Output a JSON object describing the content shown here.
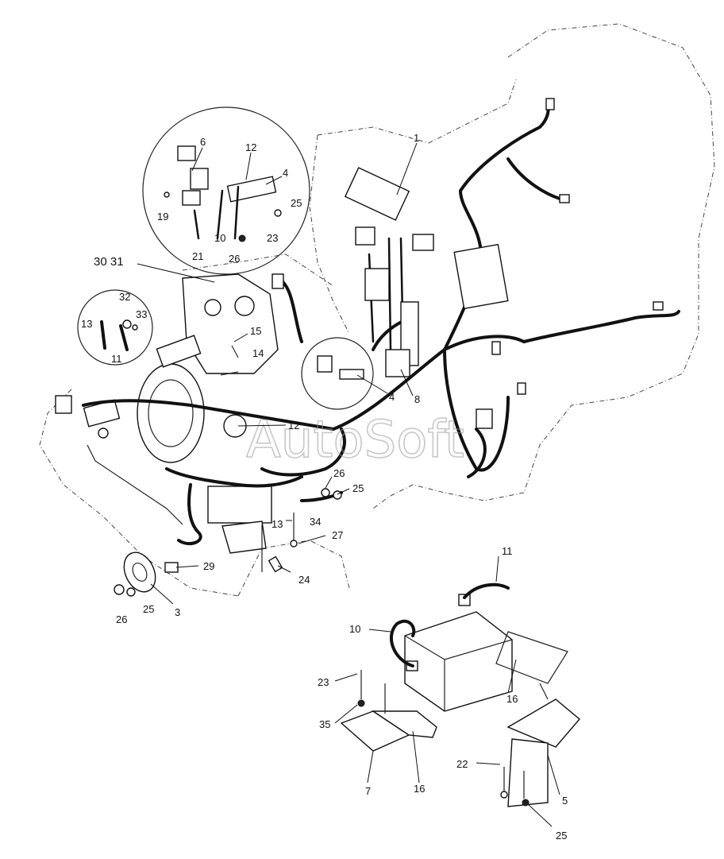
{
  "watermark": "AutoSoft",
  "callouts": {
    "c1": "1",
    "c3": "3",
    "c4a": "4",
    "c4b": "4",
    "c5": "5",
    "c6": "6",
    "c7": "7",
    "c8": "8",
    "c10a": "10",
    "c10b": "10",
    "c11a": "11",
    "c11b": "11",
    "c12a": "12",
    "c12b": "12",
    "c13a": "13",
    "c13b": "13",
    "c14": "14",
    "c15": "15",
    "c16a": "16",
    "c16b": "16",
    "c19": "19",
    "c21": "21",
    "c22": "22",
    "c23a": "23",
    "c23b": "23",
    "c24": "24",
    "c25a": "25",
    "c25b": "25",
    "c25c": "25",
    "c25d": "25",
    "c26a": "26",
    "c26b": "26",
    "c26c": "26",
    "c27": "27",
    "c29": "29",
    "c3031": "30  31",
    "c32": "32",
    "c33": "33",
    "c34": "34",
    "c35": "35"
  }
}
